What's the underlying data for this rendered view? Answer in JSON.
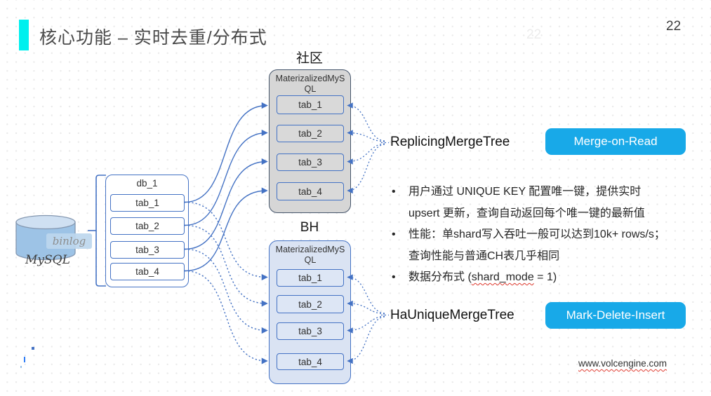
{
  "slide": {
    "title": "核心功能 – 实时去重/分布式",
    "page_number": "22",
    "page_number_ghost": "22",
    "footer_url": "www.volcengine.com"
  },
  "colors": {
    "accent_bar": "#00f0ee",
    "badge_blue": "#18a9e8",
    "diagram_blue": "#4472c4",
    "community_box_fill": "#d6d6d6",
    "bh_box_fill": "#dae3f3",
    "cylinder_fill": "#9dc3e6"
  },
  "diagram": {
    "mysql_label": "MySQL",
    "binlog_label": "binlog",
    "db_box": {
      "label": "db_1",
      "tabs": [
        "tab_1",
        "tab_2",
        "tab_3",
        "tab_4"
      ]
    },
    "community": {
      "caption": "社区",
      "box_label": "MaterizalizedMySQL",
      "tabs": [
        "tab_1",
        "tab_2",
        "tab_3",
        "tab_4"
      ],
      "engine": "ReplicingMergeTree",
      "badge": "Merge-on-Read"
    },
    "bh": {
      "caption": "BH",
      "box_label": "MaterizalizedMySQL",
      "tabs": [
        "tab_1",
        "tab_2",
        "tab_3",
        "tab_4"
      ],
      "engine": "HaUniqueMergeTree",
      "badge": "Mark-Delete-Insert"
    }
  },
  "bullets": {
    "b1_line1": "用户通过 UNIQUE KEY 配置唯一键，提供实时",
    "b1_line2": "upsert 更新，查询自动返回每个唯一键的最新值",
    "b2_line1": "性能：单shard写入吞吐一般可以达到10k+ rows/s；",
    "b2_line2": "查询性能与普通CH表几乎相同",
    "b3_prefix": "数据分布式 (",
    "b3_code": "shard_mode",
    "b3_suffix": " = 1)"
  }
}
